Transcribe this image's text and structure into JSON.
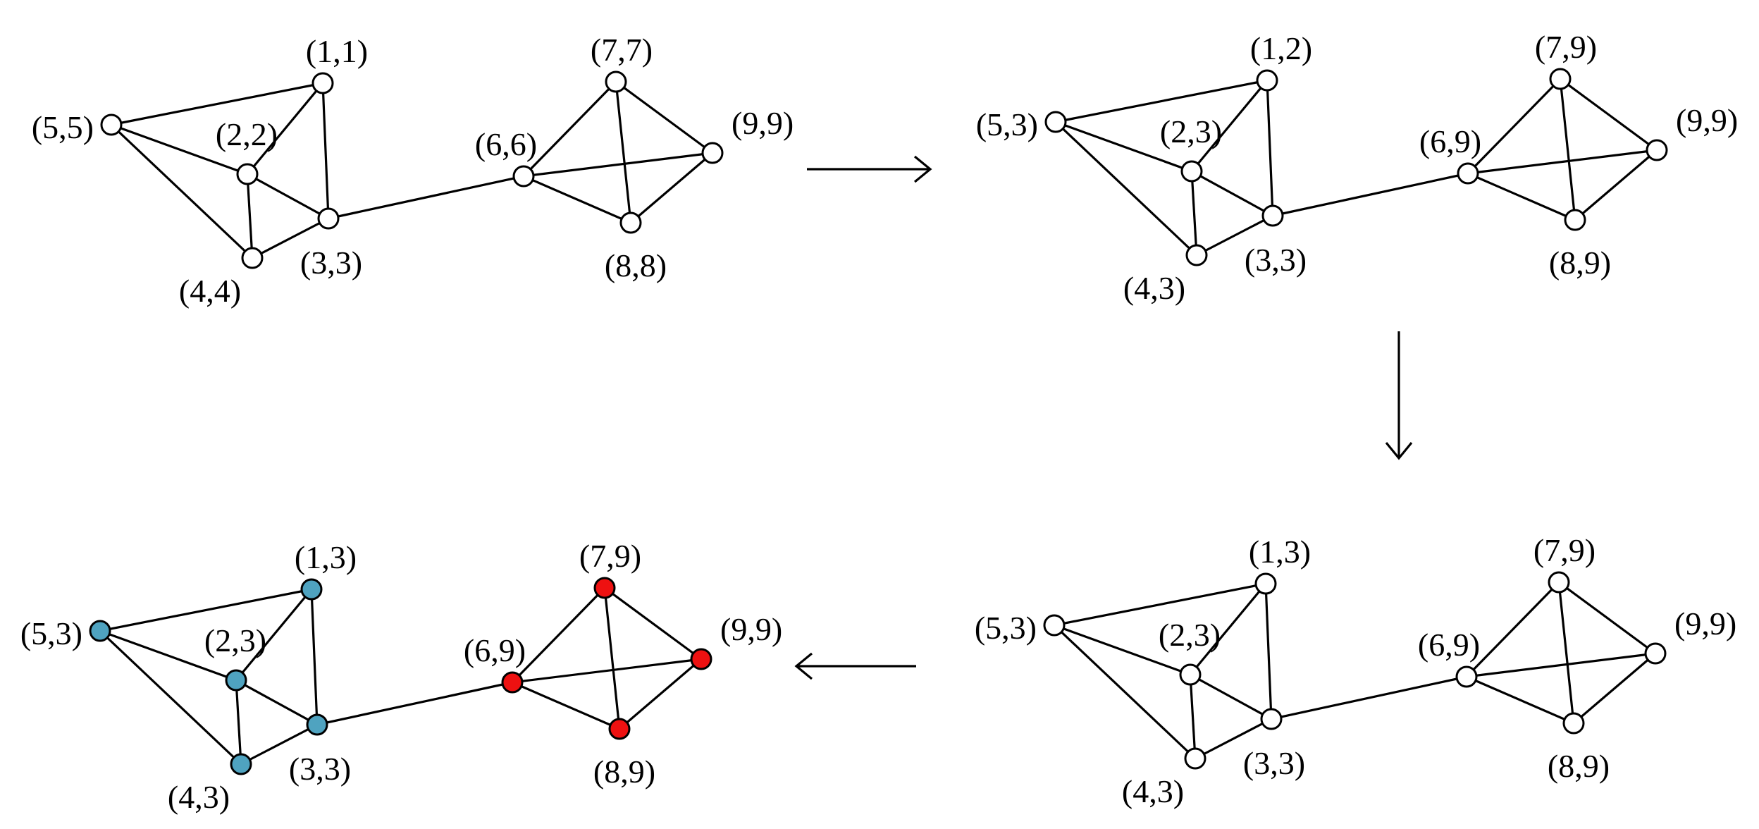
{
  "colors": {
    "default_node": "#ffffff",
    "community_a": "#4fa3c0",
    "community_b": "#ee1111",
    "stroke": "#000000"
  },
  "panels": [
    {
      "name": "panel-top-left",
      "labels": {
        "1": "(1,1)",
        "2": "(2,2)",
        "3": "(3,3)",
        "4": "(4,4)",
        "5": "(5,5)",
        "6": "(6,6)",
        "7": "(7,7)",
        "8": "(8,8)",
        "9": "(9,9)"
      }
    },
    {
      "name": "panel-top-right",
      "labels": {
        "1": "(1,2)",
        "2": "(2,3)",
        "3": "(3,3)",
        "4": "(4,3)",
        "5": "(5,3)",
        "6": "(6,9)",
        "7": "(7,9)",
        "8": "(8,9)",
        "9": "(9,9)"
      }
    },
    {
      "name": "panel-bottom-right",
      "labels": {
        "1": "(1,3)",
        "2": "(2,3)",
        "3": "(3,3)",
        "4": "(4,3)",
        "5": "(5,3)",
        "6": "(6,9)",
        "7": "(7,9)",
        "8": "(8,9)",
        "9": "(9,9)"
      }
    },
    {
      "name": "panel-bottom-left",
      "labels": {
        "1": "(1,3)",
        "2": "(2,3)",
        "3": "(3,3)",
        "4": "(4,3)",
        "5": "(5,3)",
        "6": "(6,9)",
        "7": "(7,9)",
        "8": "(8,9)",
        "9": "(9,9)"
      },
      "node_colors": {
        "1": "community_a",
        "2": "community_a",
        "3": "community_a",
        "4": "community_a",
        "5": "community_a",
        "6": "community_b",
        "7": "community_b",
        "8": "community_b",
        "9": "community_b"
      }
    }
  ],
  "edges": [
    [
      5,
      1
    ],
    [
      5,
      2
    ],
    [
      5,
      4
    ],
    [
      1,
      2
    ],
    [
      1,
      3
    ],
    [
      2,
      3
    ],
    [
      2,
      4
    ],
    [
      4,
      3
    ],
    [
      3,
      6
    ],
    [
      6,
      7
    ],
    [
      6,
      8
    ],
    [
      6,
      9
    ],
    [
      7,
      9
    ],
    [
      7,
      8
    ],
    [
      8,
      9
    ]
  ],
  "arrows": [
    {
      "name": "arrow-right",
      "direction": "right"
    },
    {
      "name": "arrow-down",
      "direction": "down"
    },
    {
      "name": "arrow-left",
      "direction": "left"
    }
  ]
}
